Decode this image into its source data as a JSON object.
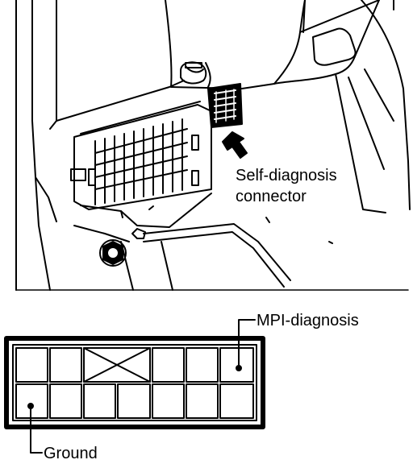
{
  "callouts": {
    "self_diagnosis_line1": "Self-diagnosis",
    "self_diagnosis_line2": "connector",
    "mpi_diagnosis": "MPI-diagnosis",
    "ground": "Ground"
  },
  "connector_pinout": {
    "rows": 2,
    "columns": 7,
    "crossed_out_cells": [
      "top-row-cells-3-4"
    ],
    "pins_marked": [
      "mpi-diagnosis",
      "ground"
    ]
  }
}
